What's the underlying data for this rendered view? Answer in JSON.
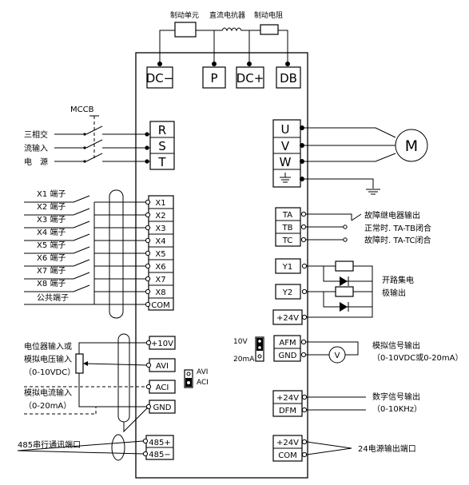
{
  "top": {
    "brake_unit": "制动单元",
    "dc_reactor": "直流电抗器",
    "brake_resistor": "制动电阻",
    "terminals": [
      "DC−",
      "P",
      "DC+",
      "DB"
    ]
  },
  "power": {
    "mccb": "MCCB",
    "input_label_lines": [
      "三相交",
      "流输入",
      "电　源"
    ],
    "input_terminals": [
      "R",
      "S",
      "T"
    ],
    "output_terminals": [
      "U",
      "V",
      "W"
    ],
    "motor": "M"
  },
  "digital_inputs": {
    "labels": [
      "X1 端子",
      "X2 端子",
      "X3 端子",
      "X4 端子",
      "X5 端子",
      "X6 端子",
      "X7 端子",
      "X8 端子",
      "公共端子"
    ],
    "terminals": [
      "X1",
      "X2",
      "X3",
      "X4",
      "X5",
      "X6",
      "X7",
      "X8",
      "COM"
    ]
  },
  "analog_inputs": {
    "pot_label_lines": [
      "电位器输入或",
      "模拟电压输入",
      "（0-10VDC）"
    ],
    "current_label_lines": [
      "模拟电流输入",
      "（0-20mA）"
    ],
    "terminals": [
      "+10V",
      "AVI",
      "ACI",
      "GND"
    ],
    "jumper_labels": [
      "AVI",
      "ACI"
    ]
  },
  "comm": {
    "label": "485串行通讯端口",
    "terminals": [
      "485+",
      "485−"
    ]
  },
  "relay": {
    "terminals": [
      "TA",
      "TB",
      "TC"
    ],
    "label_lines": [
      "故障继电器输出",
      "正常时. TA-TB闭合",
      "故障时. TA-TC闭合"
    ]
  },
  "open_collector": {
    "terminals": [
      "Y1",
      "Y2",
      "+24V"
    ],
    "label_lines": [
      "开路集电",
      "极输出"
    ]
  },
  "analog_output": {
    "jumper_labels": [
      "10V",
      "20mA"
    ],
    "terminals": [
      "AFM",
      "GND"
    ],
    "meter": "V",
    "label_lines": [
      "模拟信号输出",
      "（0-10VDC或0-20mA）"
    ]
  },
  "digital_output": {
    "terminals": [
      "+24V",
      "DFM"
    ],
    "label_lines": [
      "数字信号输出",
      "（0-10KHz）"
    ]
  },
  "supply_output": {
    "terminals": [
      "+24V",
      "COM"
    ],
    "label": "24电源输出端口"
  }
}
